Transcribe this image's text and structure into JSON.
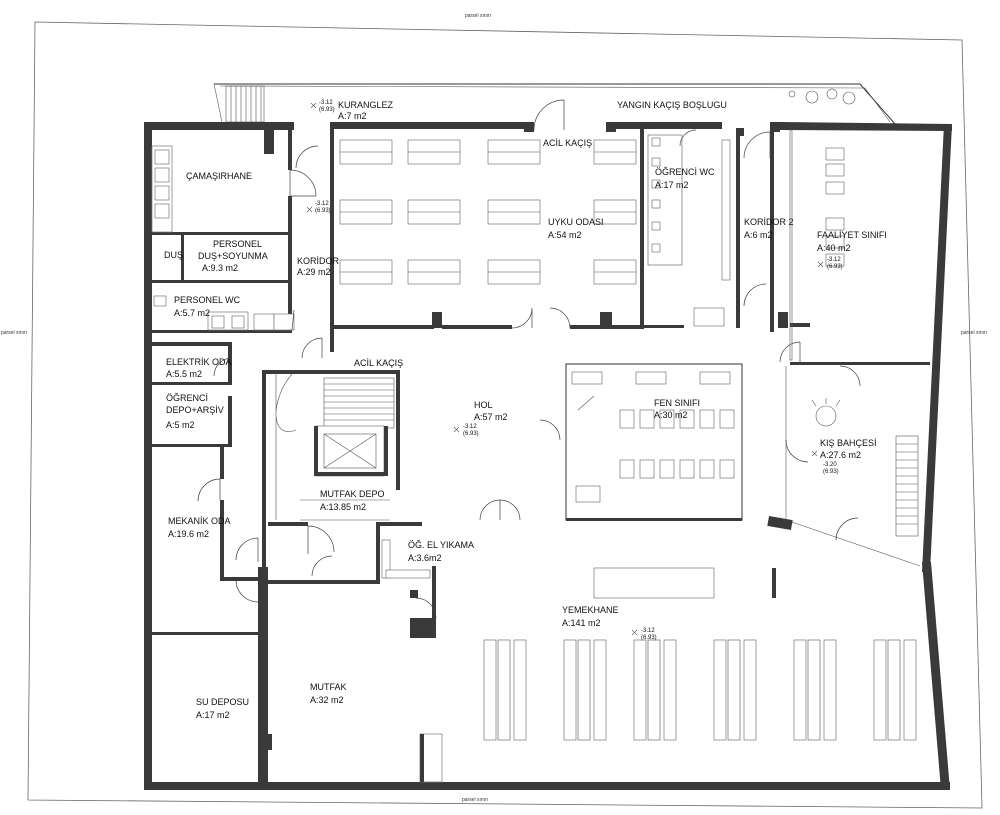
{
  "boundary": {
    "top": "parsel sınırı",
    "bottom": "parsel sınırı",
    "left": "parsel sınırı",
    "right": "parsel sınırı"
  },
  "rooms": {
    "kuranglez": {
      "name": "KURANGLEZ",
      "area": "A:7 m2"
    },
    "yangin": {
      "name": "YANGIN KAÇIŞ BOŞLUGU"
    },
    "camasirhane": {
      "name": "ÇAMAŞIRHANE"
    },
    "dus": {
      "name": "DUŞ"
    },
    "personel_dus": {
      "name1": "PERSONEL",
      "name2": "DUŞ+SOYUNMA",
      "area": "A:9.3 m2"
    },
    "koridor": {
      "name": "KORİDOR",
      "area": "A:29 m2"
    },
    "personel_wc": {
      "name": "PERSONEL WC",
      "area": "A:5.7 m2"
    },
    "elektrik": {
      "name": "ELEKTRİK ODA",
      "area": "A:5.5 m2"
    },
    "ogrenci_depo": {
      "name1": "ÖĞRENCİ",
      "name2": "DEPO+ARŞİV",
      "area": "A:5 m2"
    },
    "mekanik": {
      "name": "MEKANİK ODA",
      "area": "A:19.6 m2"
    },
    "su_deposu": {
      "name": "SU DEPOSU",
      "area": "A:17 m2"
    },
    "acil_kacis_top": {
      "name": "ACİL KAÇIŞ"
    },
    "uyku": {
      "name": "UYKU ODASI",
      "area": "A:54 m2"
    },
    "ogrenci_wc": {
      "name": "ÖĞRENCİ WC",
      "area": "A:17 m2"
    },
    "koridor2": {
      "name": "KORİDOR 2",
      "area": "A:6 m2"
    },
    "faaliyet": {
      "name": "FAALİYET SINIFI",
      "area": "A:40 m2"
    },
    "acil_kacis_stair": {
      "name": "ACİL KAÇIŞ"
    },
    "hol": {
      "name": "HOL",
      "area": "A:57 m2"
    },
    "fen": {
      "name": "FEN SINIFI",
      "area": "A:30 m2"
    },
    "kis_bahcesi": {
      "name": "KIŞ BAHÇESİ",
      "area": "A:27.6 m2"
    },
    "mutfak_depo": {
      "name": "MUTFAK DEPO",
      "area": "A:13.85 m2"
    },
    "el_yikama": {
      "name": "ÖĞ. EL YIKAMA",
      "area": "A:3.6m2"
    },
    "yemekhane": {
      "name": "YEMEKHANE",
      "area": "A:141 m2"
    },
    "mutfak": {
      "name": "MUTFAK",
      "area": "A:32 m2"
    }
  },
  "levels": {
    "kuranglez": {
      "elev": "-3.12",
      "abs": "(6.93)"
    },
    "koridor": {
      "elev": "-3.12",
      "abs": "(6.93)"
    },
    "hol": {
      "elev": "-3.12",
      "abs": "(6.93)"
    },
    "faaliyet": {
      "elev": "-3.12",
      "abs": "(6.93)"
    },
    "kis_bahcesi": {
      "elev": "-3.20",
      "abs": "(6.93)"
    },
    "yemekhane": {
      "elev": "-3.12",
      "abs": "(6.93)"
    }
  }
}
